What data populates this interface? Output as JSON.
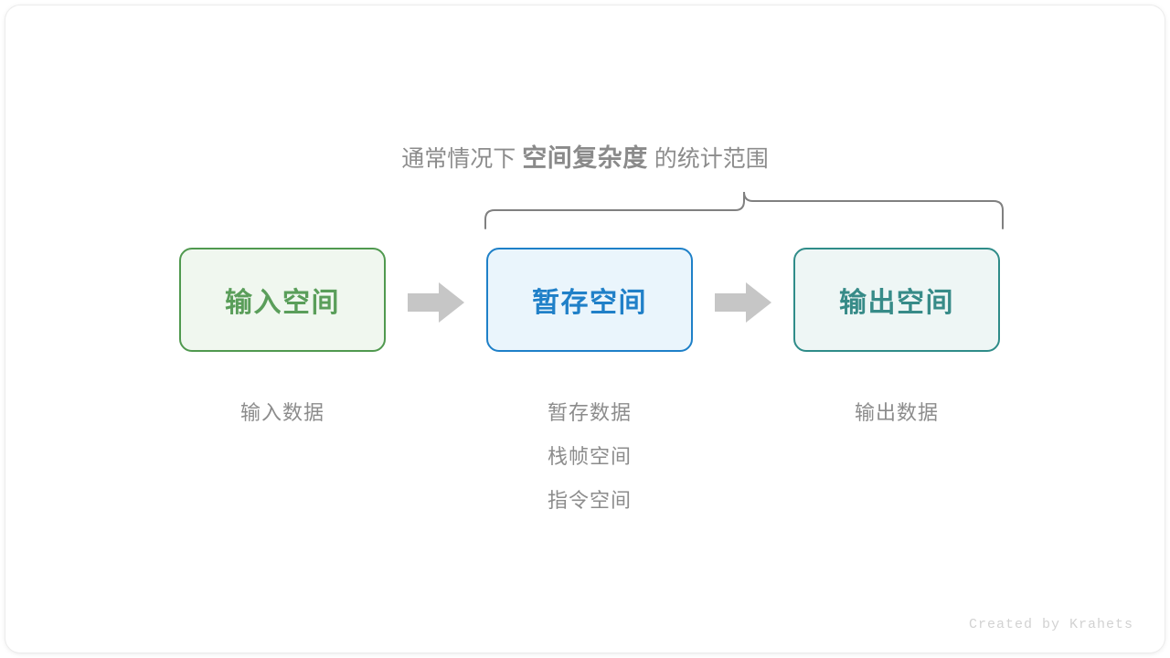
{
  "caption": {
    "prefix": "通常情况下",
    "highlight": "空间复杂度",
    "suffix": "的统计范围"
  },
  "boxes": [
    {
      "label": "输入空间",
      "color": "#5a9e5a",
      "border": "#50994f",
      "fill": "#f0f7ef"
    },
    {
      "label": "暂存空间",
      "color": "#2080c8",
      "border": "#1e80c8",
      "fill": "#eaf5fc"
    },
    {
      "label": "输出空间",
      "color": "#378b88",
      "border": "#2f8c89",
      "fill": "#eef6f5"
    }
  ],
  "arrows": [
    {
      "name": "arrow-input-to-temp",
      "color": "#c6c6c6"
    },
    {
      "name": "arrow-temp-to-output",
      "color": "#c6c6c6"
    }
  ],
  "sublists": {
    "input": [
      "输入数据"
    ],
    "temp": [
      "暂存数据",
      "栈帧空间",
      "指令空间"
    ],
    "output": [
      "输出数据"
    ]
  },
  "brace": {
    "color": "#808080",
    "spans": [
      "暂存空间",
      "输出空间"
    ]
  },
  "footer": {
    "credit": "Created by Krahets"
  },
  "colors": {
    "background": "#ffffff",
    "muted_text": "#8c8c8c",
    "footer_text": "#d2d2d2"
  }
}
